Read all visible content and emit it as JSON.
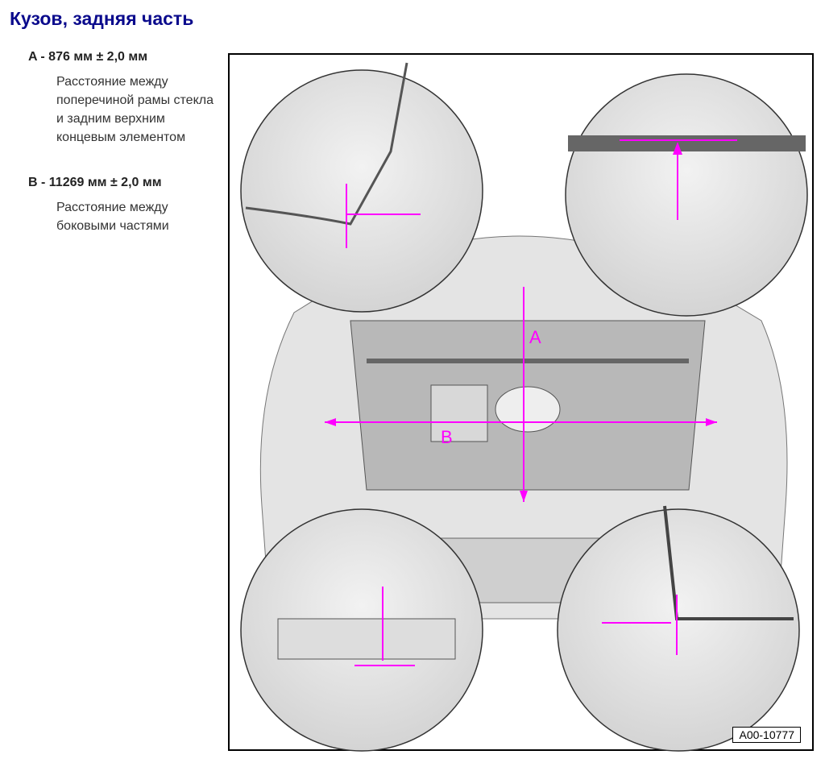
{
  "title": "Кузов, задняя часть",
  "specs": [
    {
      "label": "A  - 876 мм ± 2,0 мм",
      "description": "Расстояние между поперечиной рамы стекла и задним верхним концевым элементом"
    },
    {
      "label": "B  - 11269 мм ± 2,0 мм",
      "description": "Расстояние между боковыми частями"
    }
  ],
  "figure": {
    "code": "A00-10777",
    "dim_a": "A",
    "dim_b": "B",
    "accent": "#ff00ff"
  }
}
